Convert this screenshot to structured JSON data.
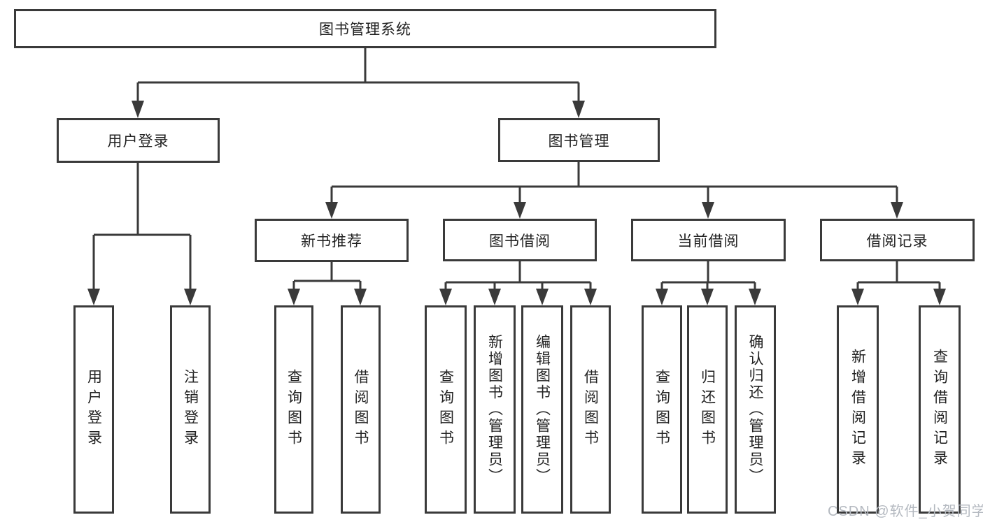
{
  "diagram_title": "图书管理系统",
  "tree": {
    "label": "图书管理系统",
    "children": [
      {
        "label": "用户登录",
        "children": [
          {
            "label": "用户登录"
          },
          {
            "label": "注销登录"
          }
        ]
      },
      {
        "label": "图书管理",
        "children": [
          {
            "label": "新书推荐",
            "children": [
              {
                "label": "查询图书"
              },
              {
                "label": "借阅图书"
              }
            ]
          },
          {
            "label": "图书借阅",
            "children": [
              {
                "label": "查询图书"
              },
              {
                "label": "新增图书（管理员）"
              },
              {
                "label": "编辑图书（管理员）"
              },
              {
                "label": "借阅图书"
              }
            ]
          },
          {
            "label": "当前借阅",
            "children": [
              {
                "label": "查询图书"
              },
              {
                "label": "归还图书"
              },
              {
                "label": "确认归还（管理员）"
              }
            ]
          },
          {
            "label": "借阅记录",
            "children": [
              {
                "label": "新增借阅记录"
              },
              {
                "label": "查询借阅记录"
              }
            ]
          }
        ]
      }
    ]
  },
  "watermark": {
    "text": "CSDN @软件_小贺同学"
  },
  "colors": {
    "line": "#3a3a3a",
    "box_border": "#3a3a3a",
    "text": "#222222",
    "watermark": "#b4b9c0",
    "background": "#ffffff"
  }
}
